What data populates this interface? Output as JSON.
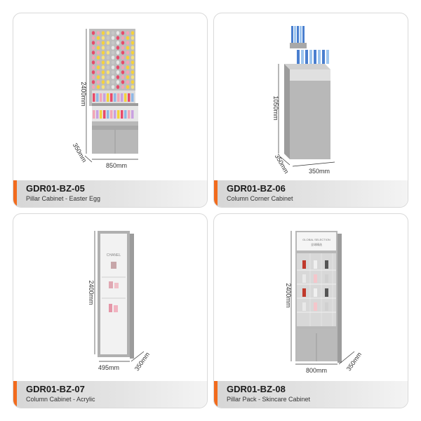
{
  "colors": {
    "accent": "#f26b1d",
    "cabinet": "#b8b8b8",
    "cabinet_dark": "#9c9c9c",
    "line": "#333333"
  },
  "products": [
    {
      "code": "GDR01-BZ-05",
      "name": "Pillar Cabinet - Easter Egg",
      "dims": {
        "height": "2400mm",
        "depth": "350mm",
        "width": "850mm"
      }
    },
    {
      "code": "GDR01-BZ-06",
      "name": "Column Corner Cabinet",
      "dims": {
        "height": "1050mm",
        "depth": "350mm",
        "width": "350mm"
      }
    },
    {
      "code": "GDR01-BZ-07",
      "name": "Column Cabinet - Acrylic",
      "dims": {
        "height": "2400mm",
        "depth": "350mm",
        "width": "495mm"
      }
    },
    {
      "code": "GDR01-BZ-08",
      "name": "Pillar Pack - Skincare Cabinet",
      "dims": {
        "height": "2400mm",
        "depth": "350mm",
        "width": "800mm"
      },
      "sign_text": "GLOBAL SELECTION",
      "sign_subtext": "全球精选"
    }
  ],
  "brand_text": "CHANEL"
}
